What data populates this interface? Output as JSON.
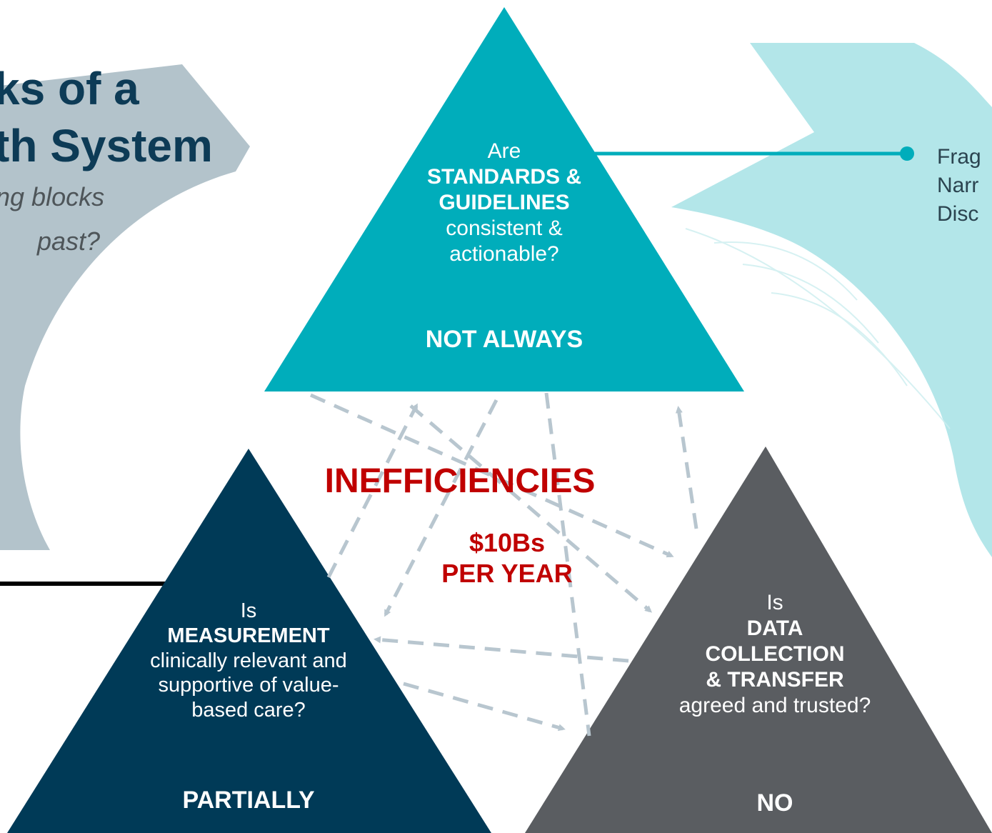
{
  "heading": {
    "title_line1": "ks of a",
    "title_line2": "th System",
    "subtitle_line1": "ng blocks",
    "subtitle_line2": "past?"
  },
  "right_fragment": {
    "line1": "Frag",
    "line2": "Narr",
    "line3": "Disc"
  },
  "top_triangle": {
    "line1": "Are",
    "line2": "STANDARDS &",
    "line3": "GUIDELINES",
    "line4": "consistent &",
    "line5": "actionable?",
    "answer": "NOT ALWAYS",
    "color": "#00adbb"
  },
  "left_triangle": {
    "line1": "Is",
    "line2": "MEASUREMENT",
    "line3": "clinically relevant and",
    "line4": "supportive of value-",
    "line5": "based care?",
    "answer": "PARTIALLY",
    "color": "#003a57"
  },
  "right_triangle": {
    "line1": "Is",
    "line2": "DATA",
    "line3": "COLLECTION",
    "line4": "& TRANSFER",
    "line5": "agreed and trusted?",
    "answer": "NO",
    "color": "#5a5d61"
  },
  "center": {
    "title": "INEFFICIENCIES",
    "amount": "$10Bs",
    "period": "PER YEAR",
    "color": "#c00000"
  },
  "colors": {
    "left_arrow": "#b3c3cb",
    "right_leaf": "#b3e6e9",
    "dashed_arrows": "#b8c6cf",
    "connector": "#00adbb"
  }
}
